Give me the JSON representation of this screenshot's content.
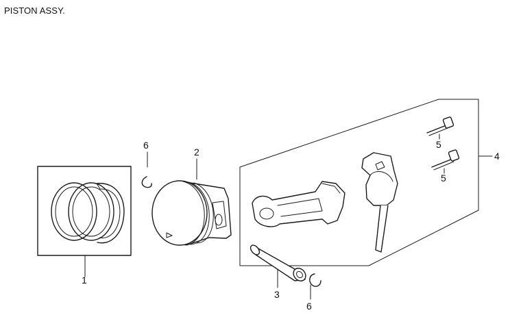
{
  "title": "PISTON ASSY.",
  "callouts": [
    {
      "id": "ring-set",
      "label": "1"
    },
    {
      "id": "piston",
      "label": "2"
    },
    {
      "id": "piston-pin",
      "label": "3"
    },
    {
      "id": "connecting-rod-assy",
      "label": "4"
    },
    {
      "id": "rod-bolt-upper",
      "label": "5"
    },
    {
      "id": "rod-bolt-lower",
      "label": "5"
    },
    {
      "id": "clip-upper",
      "label": "6"
    },
    {
      "id": "clip-lower",
      "label": "6"
    }
  ]
}
